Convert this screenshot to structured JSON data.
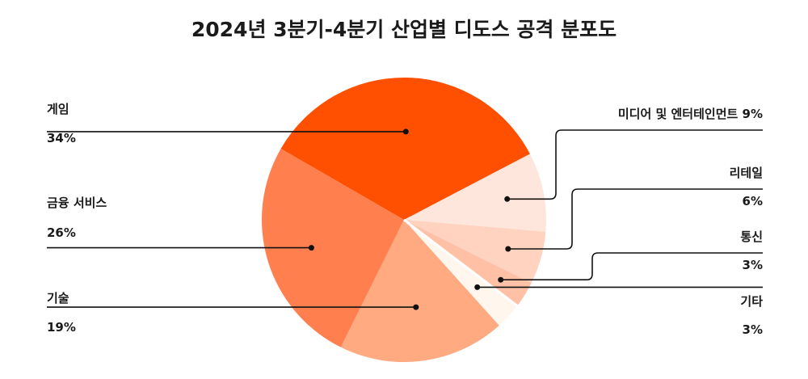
{
  "chart_data": {
    "type": "pie",
    "title": "2024년 3분기-4분기 산업별 디도스 공격 분포도",
    "slices": [
      {
        "label": "게임",
        "value": 34,
        "value_label": "34%",
        "color": "#FF4F00"
      },
      {
        "label": "미디어 및 엔터테인먼트",
        "value": 9,
        "value_label": "9%",
        "color": "#FFE6DC"
      },
      {
        "label": "리테일",
        "value": 6,
        "value_label": "6%",
        "color": "#FFD3C0"
      },
      {
        "label": "통신",
        "value": 3,
        "value_label": "3%",
        "color": "#FFC0A6"
      },
      {
        "label": "기타",
        "value": 3,
        "value_label": "3%",
        "color": "#FFF7EE"
      },
      {
        "label": "기술",
        "value": 19,
        "value_label": "19%",
        "color": "#FFAA80"
      },
      {
        "label": "금융 서비스",
        "value": 26,
        "value_label": "26%",
        "color": "#FF7F4F"
      }
    ],
    "start_angle_deg": 300,
    "direction": "clockwise",
    "legend": "none",
    "grid": false
  }
}
